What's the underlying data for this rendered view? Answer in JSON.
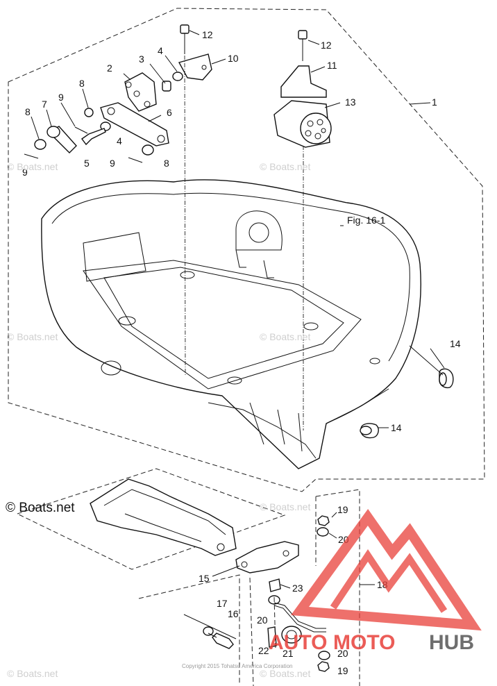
{
  "figure_ref": "Fig. 16-1",
  "callouts": [
    "1",
    "2",
    "3",
    "4",
    "4",
    "5",
    "6",
    "7",
    "8",
    "8",
    "8",
    "9",
    "9",
    "9",
    "10",
    "11",
    "12",
    "12",
    "13",
    "14",
    "14",
    "15",
    "16",
    "17",
    "18",
    "19",
    "19",
    "20",
    "20",
    "20",
    "21",
    "22",
    "23"
  ],
  "watermarks": {
    "small": "© Boats.net",
    "large": "© Boats.net"
  },
  "copyright": "Copyright 2015 Tohatsu America Corporation",
  "logo": {
    "text_a": "AUTO",
    "text_b": "MOTO",
    "text_c": "HUB",
    "color_primary": "#e8403a",
    "color_secondary": "#555555"
  }
}
